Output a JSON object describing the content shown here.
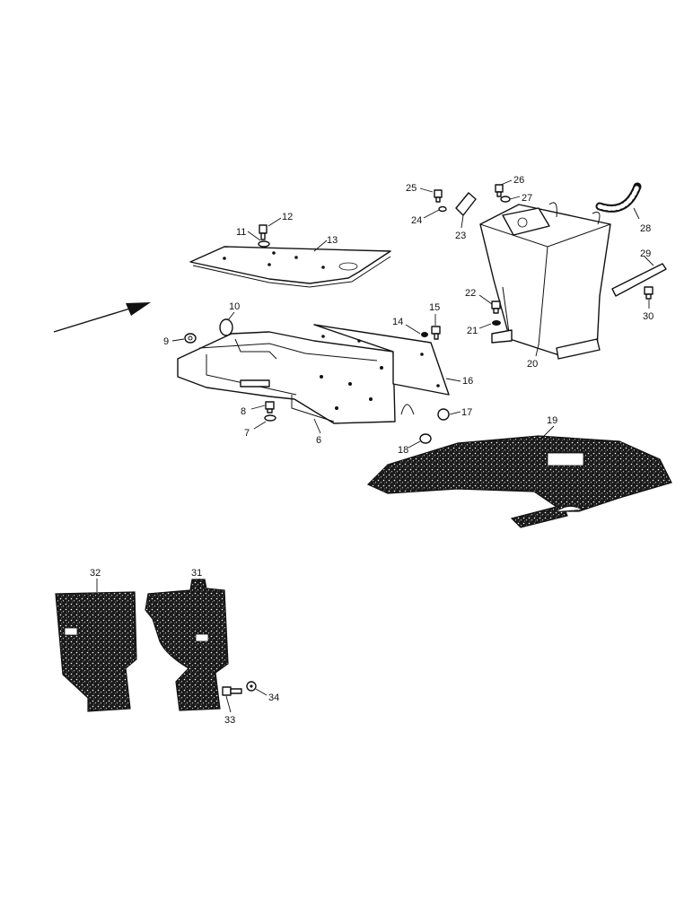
{
  "diagram": {
    "callouts": [
      "6",
      "7",
      "8",
      "9",
      "10",
      "11",
      "12",
      "13",
      "14",
      "15",
      "16",
      "17",
      "18",
      "19",
      "20",
      "21",
      "22",
      "23",
      "24",
      "25",
      "26",
      "27",
      "28",
      "29",
      "30",
      "31",
      "32",
      "33",
      "34"
    ]
  }
}
